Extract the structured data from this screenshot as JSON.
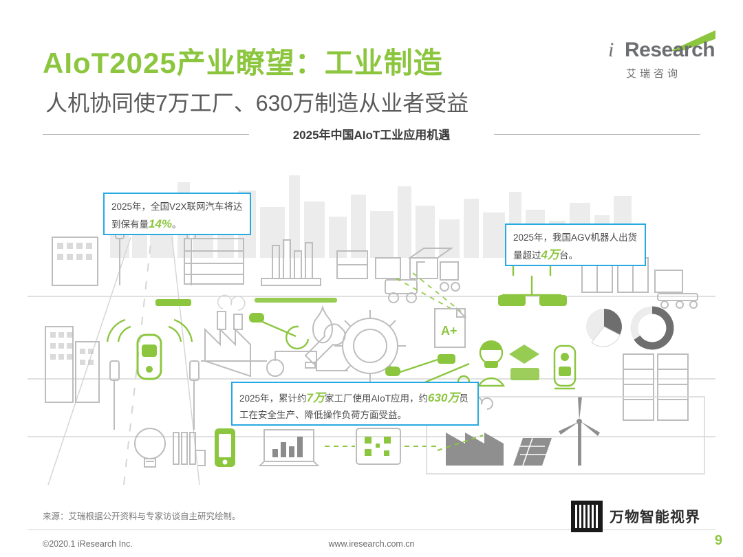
{
  "header": {
    "title_main": "AIoT2025产业瞭望：工业制造",
    "title_sub": "人机协同使7万工厂、630万制造从业者受益",
    "logo_i": "i",
    "logo_research": "Research",
    "logo_cn": "艾瑞咨询"
  },
  "section": {
    "label": "2025年中国AIoT工业应用机遇"
  },
  "callouts": [
    {
      "id": "v2x",
      "text_before": "2025年，全国V2X联网汽车将达到保有量",
      "highlight": "14%",
      "text_after": "。"
    },
    {
      "id": "agv",
      "text_before": "2025年，我国AGV机器人出货量超过",
      "highlight": "4万",
      "text_after": "台。"
    },
    {
      "id": "factory",
      "text_before": "2025年，累计约",
      "highlight": "7万",
      "text_mid": "家工厂使用AIoT应用，约",
      "highlight2": "630万",
      "text_after": "员工在安全生产、降低操作负荷方面受益。"
    }
  ],
  "footer": {
    "source": "来源：艾瑞根据公开资料与专家访谈自主研究绘制。",
    "copyright": "©2020.1 iResearch Inc.",
    "url": "www.iresearch.com.cn",
    "page": "9",
    "wechat_text": "万物智能视界"
  },
  "colors": {
    "accent_green": "#8cc63f",
    "callout_blue": "#27aae1",
    "title_gray": "#5a5a5a",
    "line_gray": "#d8d8d8"
  }
}
